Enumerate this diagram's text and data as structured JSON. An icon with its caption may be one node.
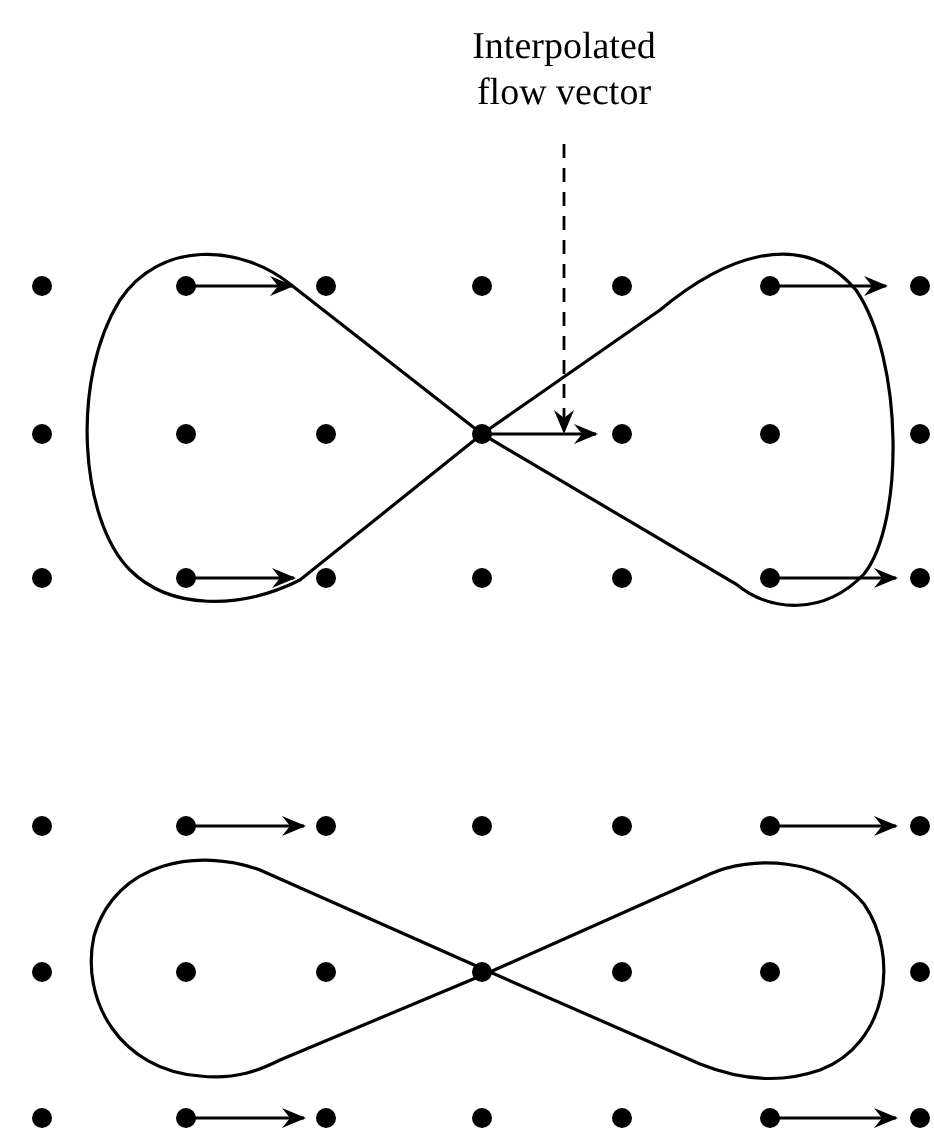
{
  "diagram": {
    "nodes": [
      {
        "text": [
          "Interpolated flow vector"
        ]
      },
      {
        "text": [],
        "shape": "arrow"
      }
    ],
    "edges": [
      {
        "from": 0,
        "to": 1,
        "arrow": "to",
        "style": "dashed"
      }
    ]
  }
}
